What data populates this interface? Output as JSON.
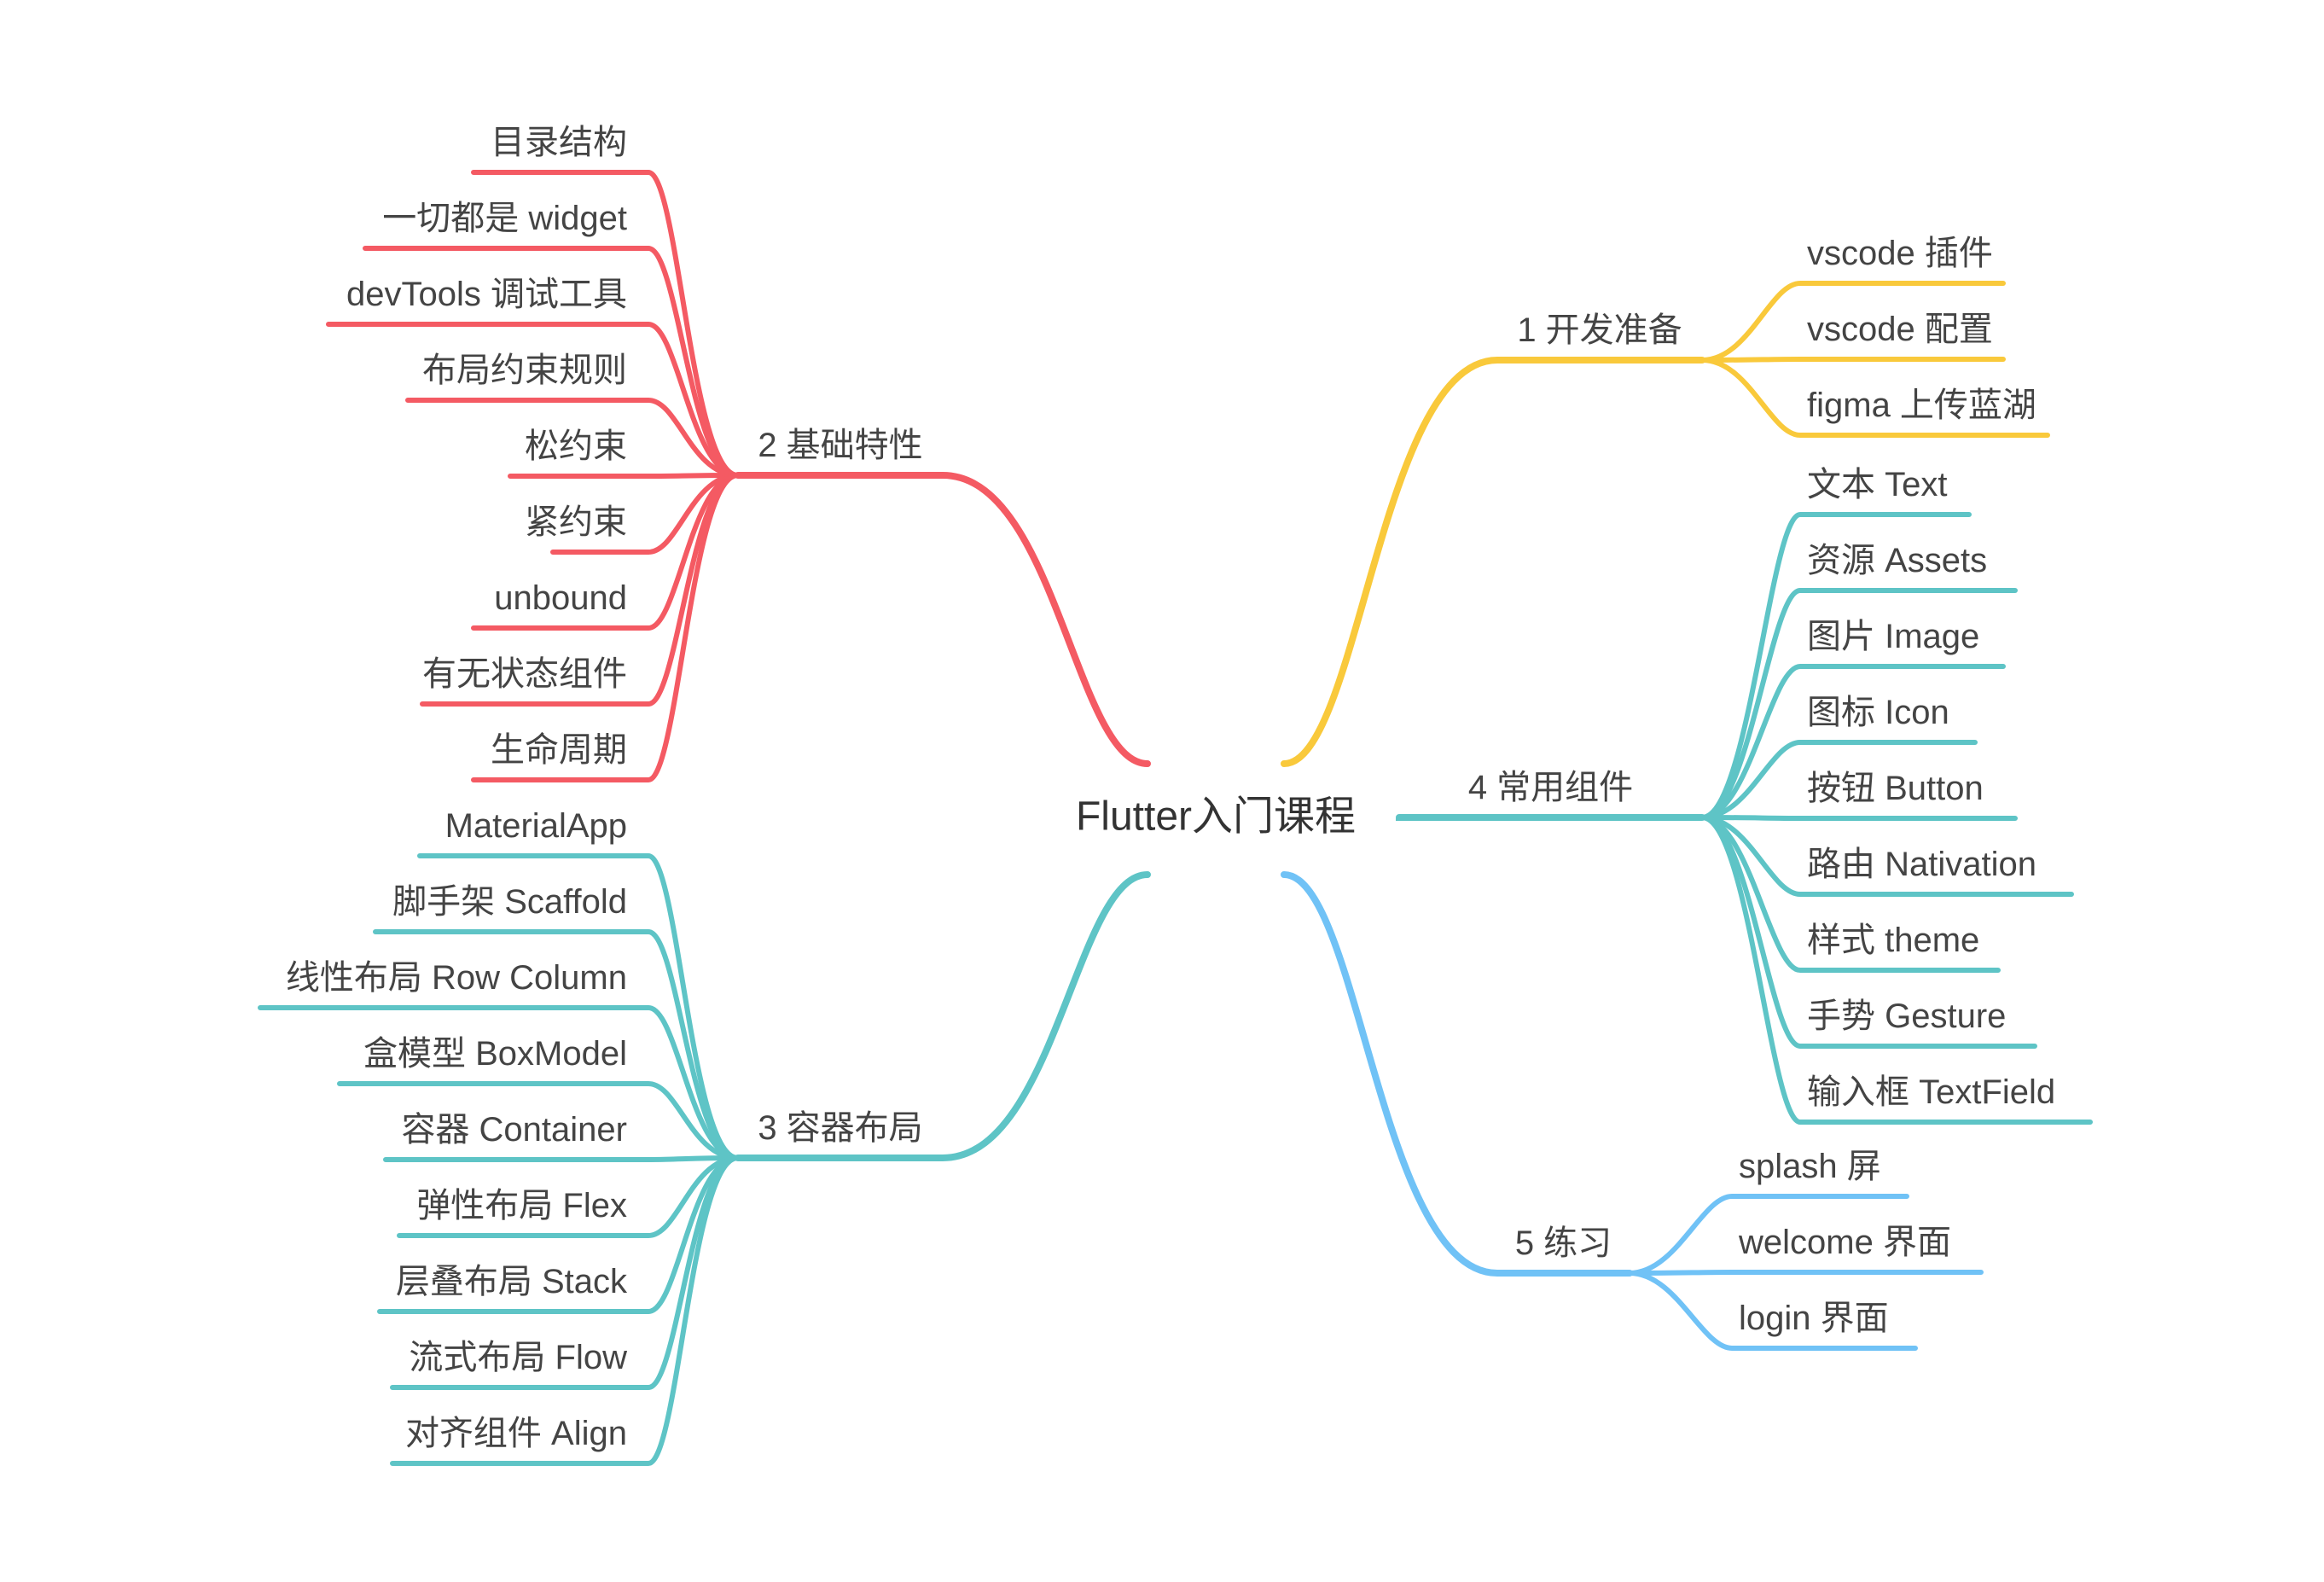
{
  "center": {
    "label": "Flutter入门课程"
  },
  "colors": {
    "red": "#F45A63",
    "yellow": "#F9C93B",
    "teal": "#5EC4C6",
    "blue": "#70C2F6"
  },
  "branches": [
    {
      "id": "b2",
      "side": "left",
      "color": "#F45A63",
      "label": "2 基础特性",
      "children": [
        "目录结构",
        "一切都是 widget",
        "devTools 调试工具",
        "布局约束规则",
        "松约束",
        "紧约束",
        "unbound",
        "有无状态组件",
        "生命周期"
      ]
    },
    {
      "id": "b3",
      "side": "left",
      "color": "#5EC4C6",
      "label": "3 容器布局",
      "children": [
        "MaterialApp",
        "脚手架 Scaffold",
        "线性布局 Row Column",
        "盒模型 BoxModel",
        "容器 Container",
        "弹性布局 Flex",
        "层叠布局 Stack",
        "流式布局 Flow",
        "对齐组件 Align"
      ]
    },
    {
      "id": "b1",
      "side": "right",
      "color": "#F9C93B",
      "label": "1 开发准备",
      "children": [
        "vscode 插件",
        "vscode 配置",
        "figma 上传蓝湖"
      ]
    },
    {
      "id": "b4",
      "side": "right",
      "color": "#5EC4C6",
      "label": "4 常用组件",
      "children": [
        "文本 Text",
        "资源 Assets",
        "图片 Image",
        "图标 Icon",
        "按钮 Button",
        "路由 Nativation",
        "样式 theme",
        "手势 Gesture",
        "输入框 TextField"
      ]
    },
    {
      "id": "b5",
      "side": "right",
      "color": "#70C2F6",
      "label": "5 练习",
      "children": [
        "splash 屏",
        "welcome 界面",
        "login 界面"
      ]
    }
  ]
}
